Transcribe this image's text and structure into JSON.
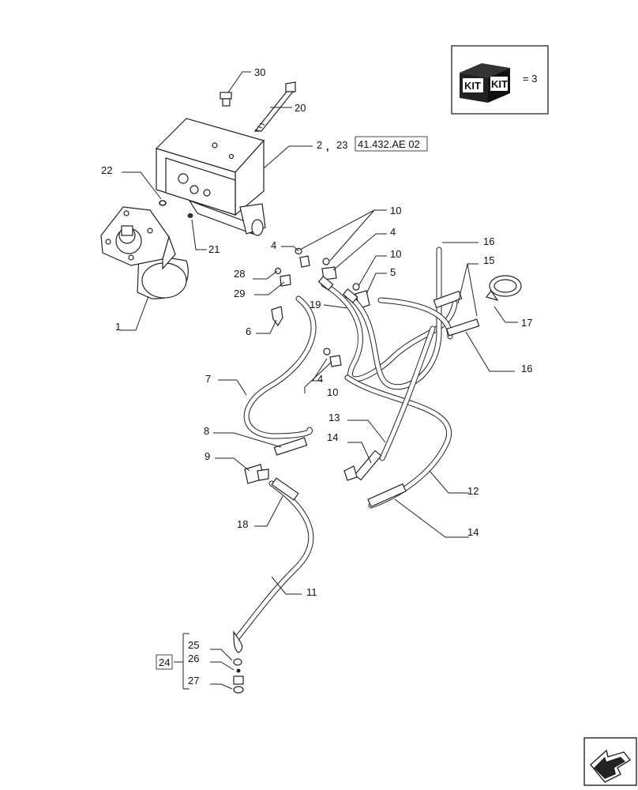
{
  "kit": {
    "text_1": "KIT",
    "text_2": "KIT",
    "quantity": "= 3"
  },
  "reference": {
    "code": "41.432.AE 02"
  },
  "callouts": [
    {
      "id": "c30",
      "text": "30"
    },
    {
      "id": "c20",
      "text": "20"
    },
    {
      "id": "c2",
      "text": "2"
    },
    {
      "id": "comma",
      "text": ","
    },
    {
      "id": "c23",
      "text": "23"
    },
    {
      "id": "c22",
      "text": "22"
    },
    {
      "id": "c21",
      "text": "21"
    },
    {
      "id": "c1",
      "text": "1"
    },
    {
      "id": "c10a",
      "text": "10"
    },
    {
      "id": "c4a",
      "text": "4"
    },
    {
      "id": "c4b",
      "text": "4"
    },
    {
      "id": "c10b",
      "text": "10"
    },
    {
      "id": "c5",
      "text": "5"
    },
    {
      "id": "c28",
      "text": "28"
    },
    {
      "id": "c29",
      "text": "29"
    },
    {
      "id": "c19",
      "text": "19"
    },
    {
      "id": "c6",
      "text": "6"
    },
    {
      "id": "c4c",
      "text": "4"
    },
    {
      "id": "c10c",
      "text": "10"
    },
    {
      "id": "c16a",
      "text": "16"
    },
    {
      "id": "c15",
      "text": "15"
    },
    {
      "id": "c17",
      "text": "17"
    },
    {
      "id": "c16b",
      "text": "16"
    },
    {
      "id": "c7",
      "text": "7"
    },
    {
      "id": "c8",
      "text": "8"
    },
    {
      "id": "c9",
      "text": "9"
    },
    {
      "id": "c13",
      "text": "13"
    },
    {
      "id": "c14a",
      "text": "14"
    },
    {
      "id": "c12",
      "text": "12"
    },
    {
      "id": "c14b",
      "text": "14"
    },
    {
      "id": "c18",
      "text": "18"
    },
    {
      "id": "c11",
      "text": "11"
    },
    {
      "id": "c25",
      "text": "25"
    },
    {
      "id": "c24",
      "text": "24"
    },
    {
      "id": "c26",
      "text": "26"
    },
    {
      "id": "c27",
      "text": "27"
    }
  ]
}
